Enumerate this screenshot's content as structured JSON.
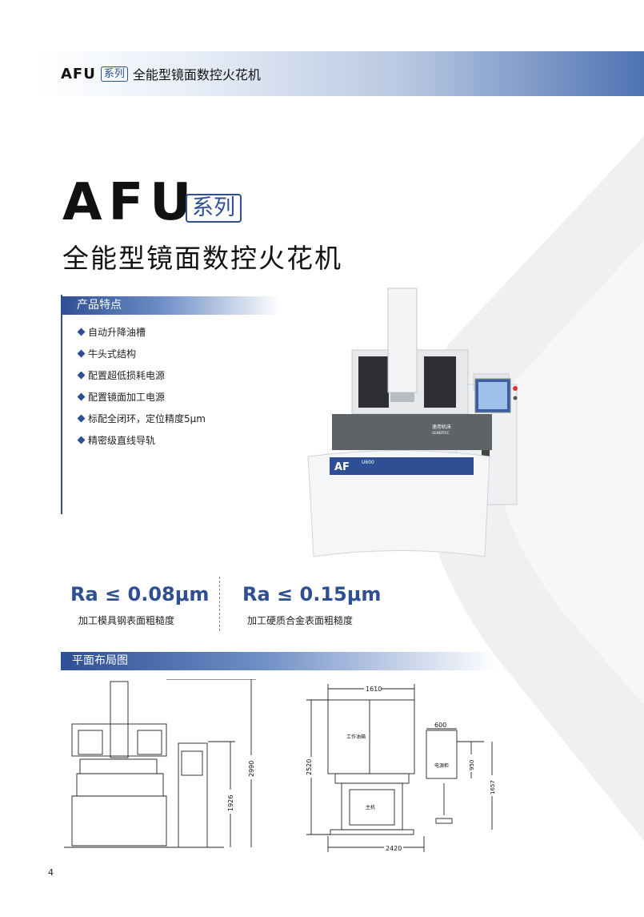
{
  "header": {
    "series": "AFU",
    "series_tag": "系列",
    "product_name": "全能型镜面数控火花机"
  },
  "hero": {
    "series": "AFU",
    "series_tag": "系列",
    "product_name": "全能型镜面数控火花机"
  },
  "features": {
    "heading": "产品特点",
    "items": [
      "自动升降油槽",
      "牛头式结构",
      "配置超低损耗电源",
      "配置镜面加工电源",
      "标配全闭环，定位精度5μm",
      "精密级直线导轨"
    ]
  },
  "photo": {
    "brand_cn": "速用机床",
    "brand_en": "GENERTEC",
    "model_badge": "AF",
    "model_code": "U600"
  },
  "roughness": [
    {
      "value": "Ra ≤ 0.08μm",
      "desc": "加工模具钢表面粗糙度"
    },
    {
      "value": "Ra ≤ 0.15μm",
      "desc": "加工硬质合金表面粗糙度"
    }
  ],
  "layout": {
    "heading": "平面布局图",
    "front": {
      "height_total": "2990",
      "height_cabinet": "1926"
    },
    "top": {
      "width_table": "1610",
      "depth_total": "2520",
      "width_total": "2420",
      "cabinet_width": "600",
      "cabinet_depth": "950",
      "cabinet_offset": "1657",
      "label_table": "工作油箱",
      "label_main": "主机",
      "label_cabinet": "电源柜"
    }
  },
  "page_number": "4"
}
